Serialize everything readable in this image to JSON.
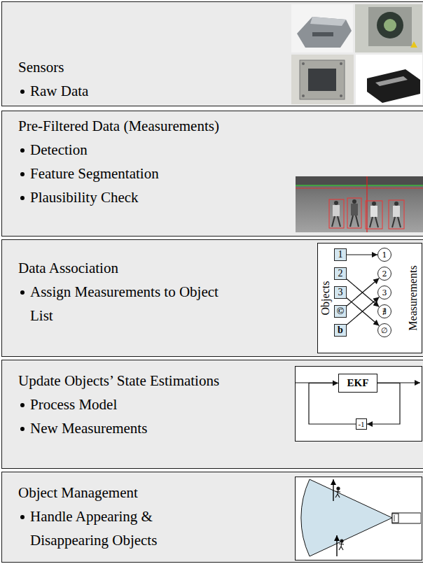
{
  "diagram": {
    "nodes": [
      {
        "text": [
          "Sensors",
          "Raw Data"
        ]
      },
      {
        "text": [
          "Pre-Filtered Data (Measurements)",
          "Detection",
          "Feature Segmentation",
          "Plausibility Check"
        ]
      },
      {
        "text": [
          "Data Association",
          "Assign Measurements to Object List"
        ]
      },
      {
        "text": [
          "1"
        ],
        "in": 2
      },
      {
        "text": [
          "2"
        ],
        "in": 2
      },
      {
        "text": [
          "3"
        ],
        "in": 2
      },
      {
        "text": [
          "©"
        ],
        "in": 2
      },
      {
        "text": [
          "b"
        ],
        "in": 2
      },
      {
        "text": [
          "1"
        ],
        "in": 2
      },
      {
        "text": [
          "2"
        ],
        "in": 2
      },
      {
        "text": [
          "3"
        ],
        "in": 2
      },
      {
        "text": [
          "∄"
        ],
        "in": 2
      },
      {
        "text": [
          "∅"
        ],
        "in": 2
      },
      {
        "text": [
          "Update Objects’ State Estimations",
          "Process Model",
          "New Measurements"
        ]
      },
      {
        "text": [
          "EKF"
        ],
        "in": 13
      },
      {
        "text": [
          "-1"
        ],
        "in": 13
      },
      {
        "text": [
          "Object Management",
          "Handle Appearing & Disappearing Objects"
        ]
      }
    ],
    "edges": [
      {
        "from": 3,
        "to": 8,
        "arrow": "to"
      },
      {
        "from": 4,
        "to": 11,
        "arrow": "to"
      },
      {
        "from": 5,
        "to": 12,
        "arrow": "to"
      },
      {
        "from": 6,
        "to": 9,
        "arrow": "to"
      },
      {
        "from": 7,
        "to": 10,
        "arrow": "to"
      },
      {
        "from": 14,
        "to": 15,
        "arrow": "to"
      },
      {
        "from": 15,
        "to": 14,
        "arrow": "to"
      }
    ],
    "labels": [
      "Objects",
      "Measurements"
    ]
  }
}
